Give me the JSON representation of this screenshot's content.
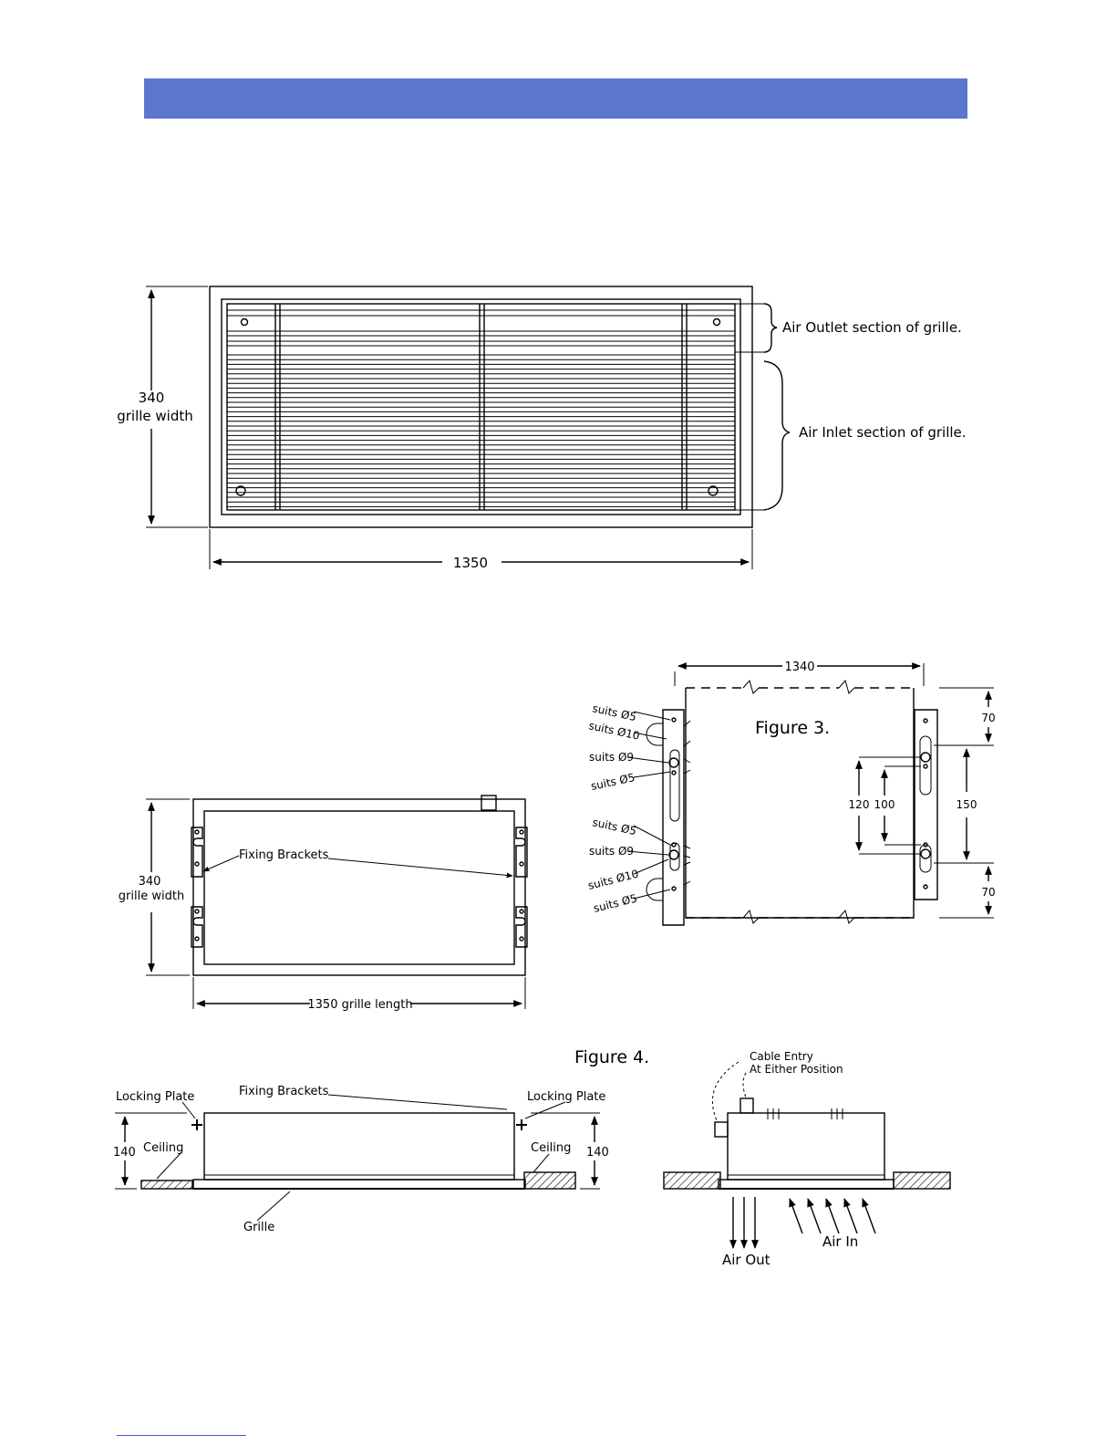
{
  "colors": {
    "header_band": "#5b78cc",
    "line": "#000000",
    "footer_rule": "#3a5bd9"
  },
  "figure1": {
    "dim_width_value": "340",
    "dim_width_label": "grille width",
    "dim_length_value": "1350",
    "outlet_label": "Air Outlet section of grille.",
    "inlet_label": "Air Inlet section of grille."
  },
  "figure2": {
    "dim_width_value": "340",
    "dim_width_label": "grille width",
    "dim_length_label": "1350 grille length",
    "brackets_label": "Fixing Brackets"
  },
  "figure3": {
    "title": "Figure 3.",
    "dim_top": "1340",
    "dim_70_top": "70",
    "dim_70_bottom": "70",
    "dim_120": "120",
    "dim_100": "100",
    "dim_150": "150",
    "callouts": [
      "suits Ø5",
      "suits Ø10",
      "suits Ø9",
      "suits Ø5",
      "suits Ø5",
      "suits Ø9",
      "suits Ø10",
      "suits Ø5"
    ]
  },
  "figure4": {
    "title": "Figure 4.",
    "locking_plate_left": "Locking Plate",
    "locking_plate_right": "Locking Plate",
    "brackets_label": "Fixing Brackets",
    "ceiling_left": "Ceiling",
    "ceiling_right": "Ceiling",
    "dim_left": "140",
    "dim_right": "140",
    "grille_label": "Grille",
    "cable_entry_line1": "Cable Entry",
    "cable_entry_line2": "At Either Position",
    "air_out": "Air Out",
    "air_in": "Air In"
  }
}
